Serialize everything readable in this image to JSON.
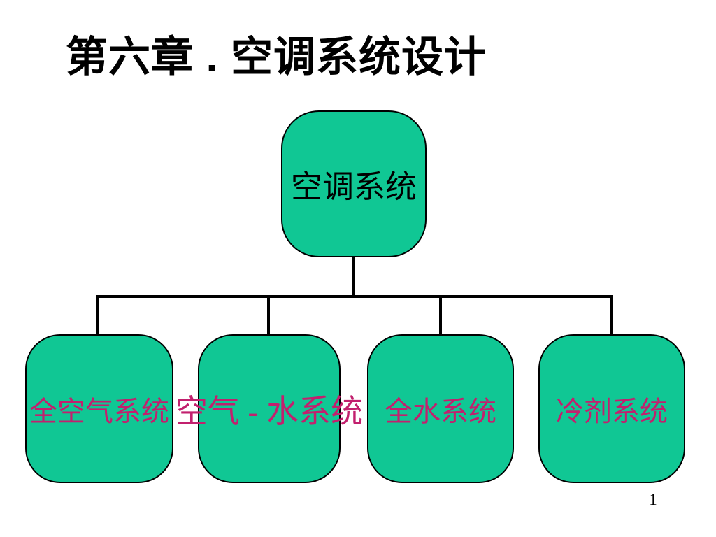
{
  "slide": {
    "title": "第六章 . 空调系统设计",
    "page_number": "1",
    "background_color": "#FFFFFF",
    "title_color": "#000000"
  },
  "diagram": {
    "type": "org-chart",
    "root": {
      "label": "空调系统"
    },
    "children": [
      {
        "label": "全空气系统"
      },
      {
        "label": "空气 - 水系统"
      },
      {
        "label": "全水系统"
      },
      {
        "label": "冷剂系统"
      }
    ],
    "colors": {
      "box_fill": "#10C794",
      "box_border": "#000000",
      "root_text": "#000000",
      "child_text": "#C2206E",
      "connector": "#000000"
    }
  }
}
